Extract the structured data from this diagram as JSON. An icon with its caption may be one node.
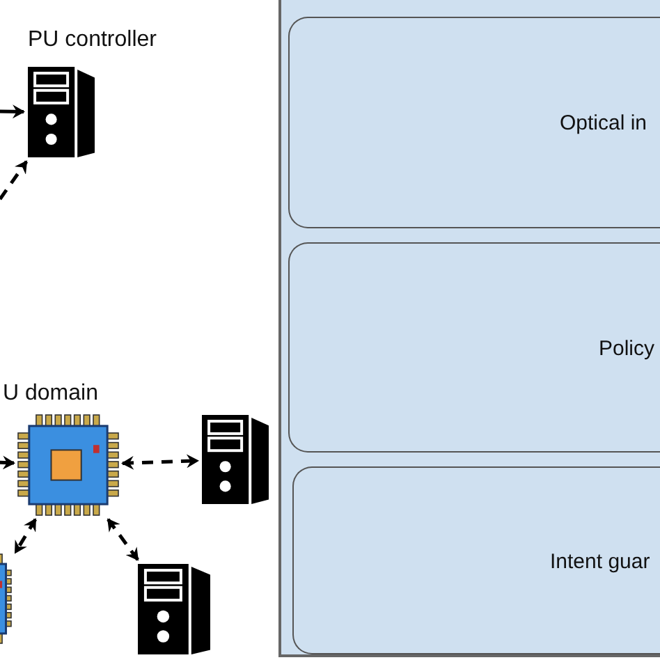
{
  "diagram": {
    "nodes": [
      {
        "text": [],
        "shape": "server",
        "beside": [
          "PU controller"
        ]
      },
      {
        "text": [],
        "shape": "chip",
        "beside": [
          "U domain"
        ]
      },
      {
        "text": [],
        "shape": "server"
      },
      {
        "text": [],
        "shape": "chip"
      },
      {
        "text": [],
        "shape": "server"
      },
      {
        "text": [],
        "shape": "box"
      },
      {
        "text": [
          "Optical in"
        ],
        "in": 5
      },
      {
        "text": [
          "Policy"
        ],
        "in": 5
      },
      {
        "text": [
          "Intent guar"
        ],
        "in": 5
      }
    ],
    "edges": [
      {
        "from": null,
        "to": 0,
        "arrow": "to"
      },
      {
        "from": null,
        "to": 0,
        "arrow": "to",
        "style": "dashed"
      },
      {
        "from": null,
        "to": 1,
        "arrow": "to"
      },
      {
        "from": 1,
        "to": 2,
        "arrow": "both",
        "style": "dashed"
      },
      {
        "from": 1,
        "to": 3,
        "arrow": "both",
        "style": "dashed"
      },
      {
        "from": 1,
        "to": 4,
        "arrow": "both",
        "style": "dashed"
      }
    ]
  }
}
